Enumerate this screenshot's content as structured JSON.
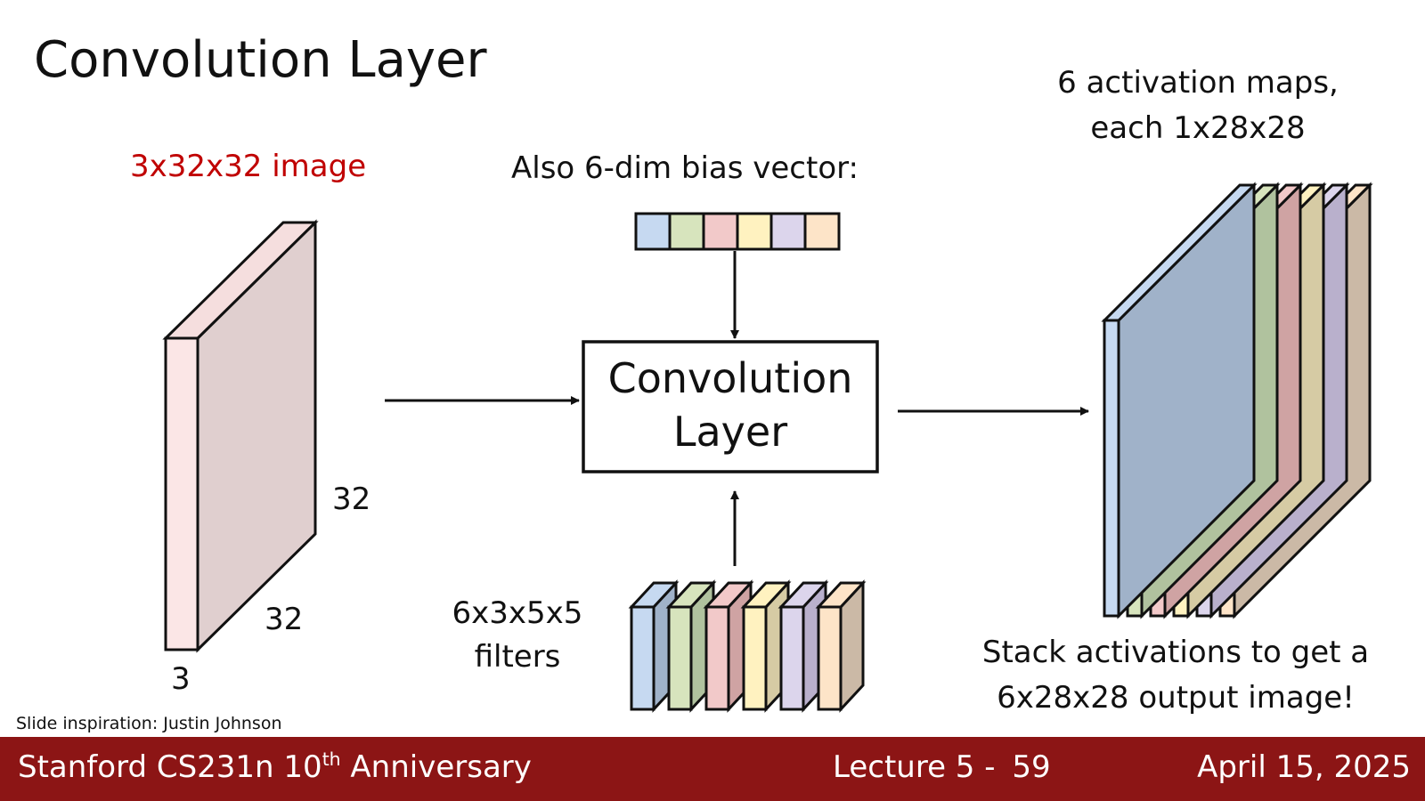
{
  "slide": {
    "title": "Convolution Layer",
    "input_label": "3x32x32 image",
    "bias_label": "Also 6-dim bias vector:",
    "output_label_line1": "6 activation maps,",
    "output_label_line2": "each 1x28x28",
    "dim_height": "32",
    "dim_width": "32",
    "dim_depth": "3",
    "filters_label_line1": "6x3x5x5",
    "filters_label_line2": "filters",
    "layer_box_line1": "Convolution",
    "layer_box_line2": "Layer",
    "stack_label_line1": "Stack activations to get a",
    "stack_label_line2": "6x28x28 output image!",
    "credit": "Slide inspiration: Justin Johnson"
  },
  "footer": {
    "course_prefix": "Stanford CS231n 10",
    "course_sup": "th",
    "course_suffix": " Anniversary",
    "lecture": "Lecture 5 -",
    "page": "59",
    "date": "April 15, 2025"
  },
  "colors": {
    "accent_red": "#c00000",
    "footer_bg": "#8c1515",
    "palette": [
      "#c6d9f1",
      "#d7e4bd",
      "#f2c9c9",
      "#fff2c0",
      "#dcd5ec",
      "#fde4c8"
    ],
    "palette_side": [
      "#a0b2c9",
      "#b0c29e",
      "#cfa3a3",
      "#d6cba4",
      "#b9b0cc",
      "#cbb9a6"
    ]
  }
}
